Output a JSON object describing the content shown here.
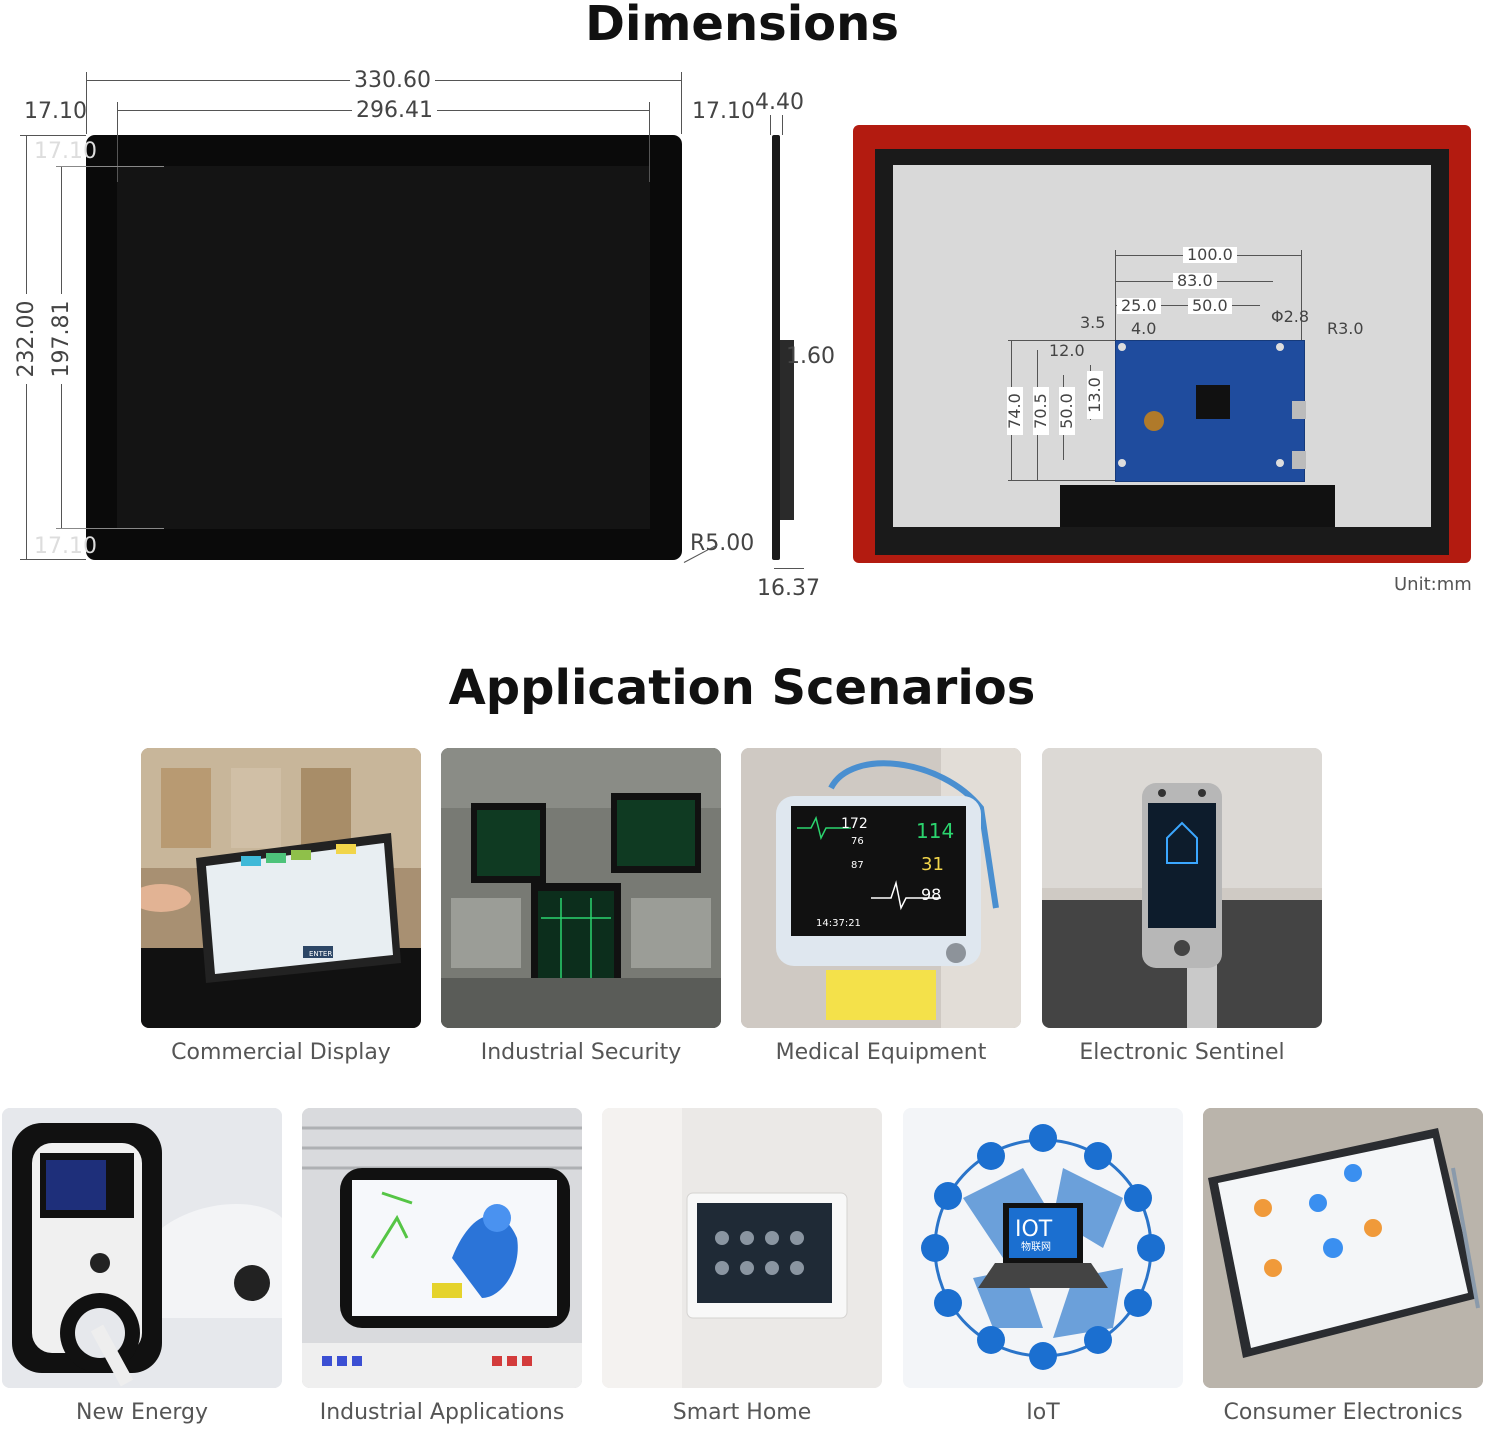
{
  "headings": {
    "dimensions": "Dimensions",
    "applications": "Application Scenarios"
  },
  "front": {
    "outer_width": "330.60",
    "inner_width": "296.41",
    "left_margin": "17.10",
    "right_margin": "17.10",
    "top_margin": "17.10",
    "bottom_margin": "17.10",
    "outer_height": "232.00",
    "inner_height": "197.81",
    "corner_radius": "R5.00"
  },
  "side": {
    "thickness": "4.40",
    "step": "1.60",
    "depth": "16.37"
  },
  "back": {
    "d100": "100.0",
    "d83": "83.0",
    "d25": "25.0",
    "d50h": "50.0",
    "d35": "3.5",
    "d40": "4.0",
    "hole": "Φ2.8",
    "radius": "R3.0",
    "d12": "12.0",
    "d74": "74.0",
    "d705": "70.5",
    "d50v": "50.0",
    "d13": "13.0",
    "unit": "Unit:mm"
  },
  "colors": {
    "bezel": "#0a0a0a",
    "panel": "#141414",
    "back_frame": "#b31b10",
    "pcb": "#1f4c9e"
  },
  "scenarios": [
    {
      "label": "Commercial Display",
      "icon": "pos-terminal-icon"
    },
    {
      "label": "Industrial Security",
      "icon": "control-room-icon"
    },
    {
      "label": "Medical Equipment",
      "icon": "patient-monitor-icon"
    },
    {
      "label": "Electronic Sentinel",
      "icon": "face-scanner-icon"
    },
    {
      "label": "New Energy",
      "icon": "ev-charger-icon"
    },
    {
      "label": "Industrial Applications",
      "icon": "robot-arm-display-icon"
    },
    {
      "label": "Smart Home",
      "icon": "wall-panel-icon"
    },
    {
      "label": "IoT",
      "icon": "iot-network-icon"
    },
    {
      "label": "Consumer Electronics",
      "icon": "tablet-icon"
    }
  ],
  "monitor": {
    "v1": "172",
    "v2": "114",
    "v3": "76",
    "v4": "87",
    "v5": "31",
    "v6": "98",
    "time": "14:37:21"
  },
  "iot": {
    "text": "IOT",
    "sub": "物联网"
  },
  "pos": {
    "enter": "ENTER"
  }
}
